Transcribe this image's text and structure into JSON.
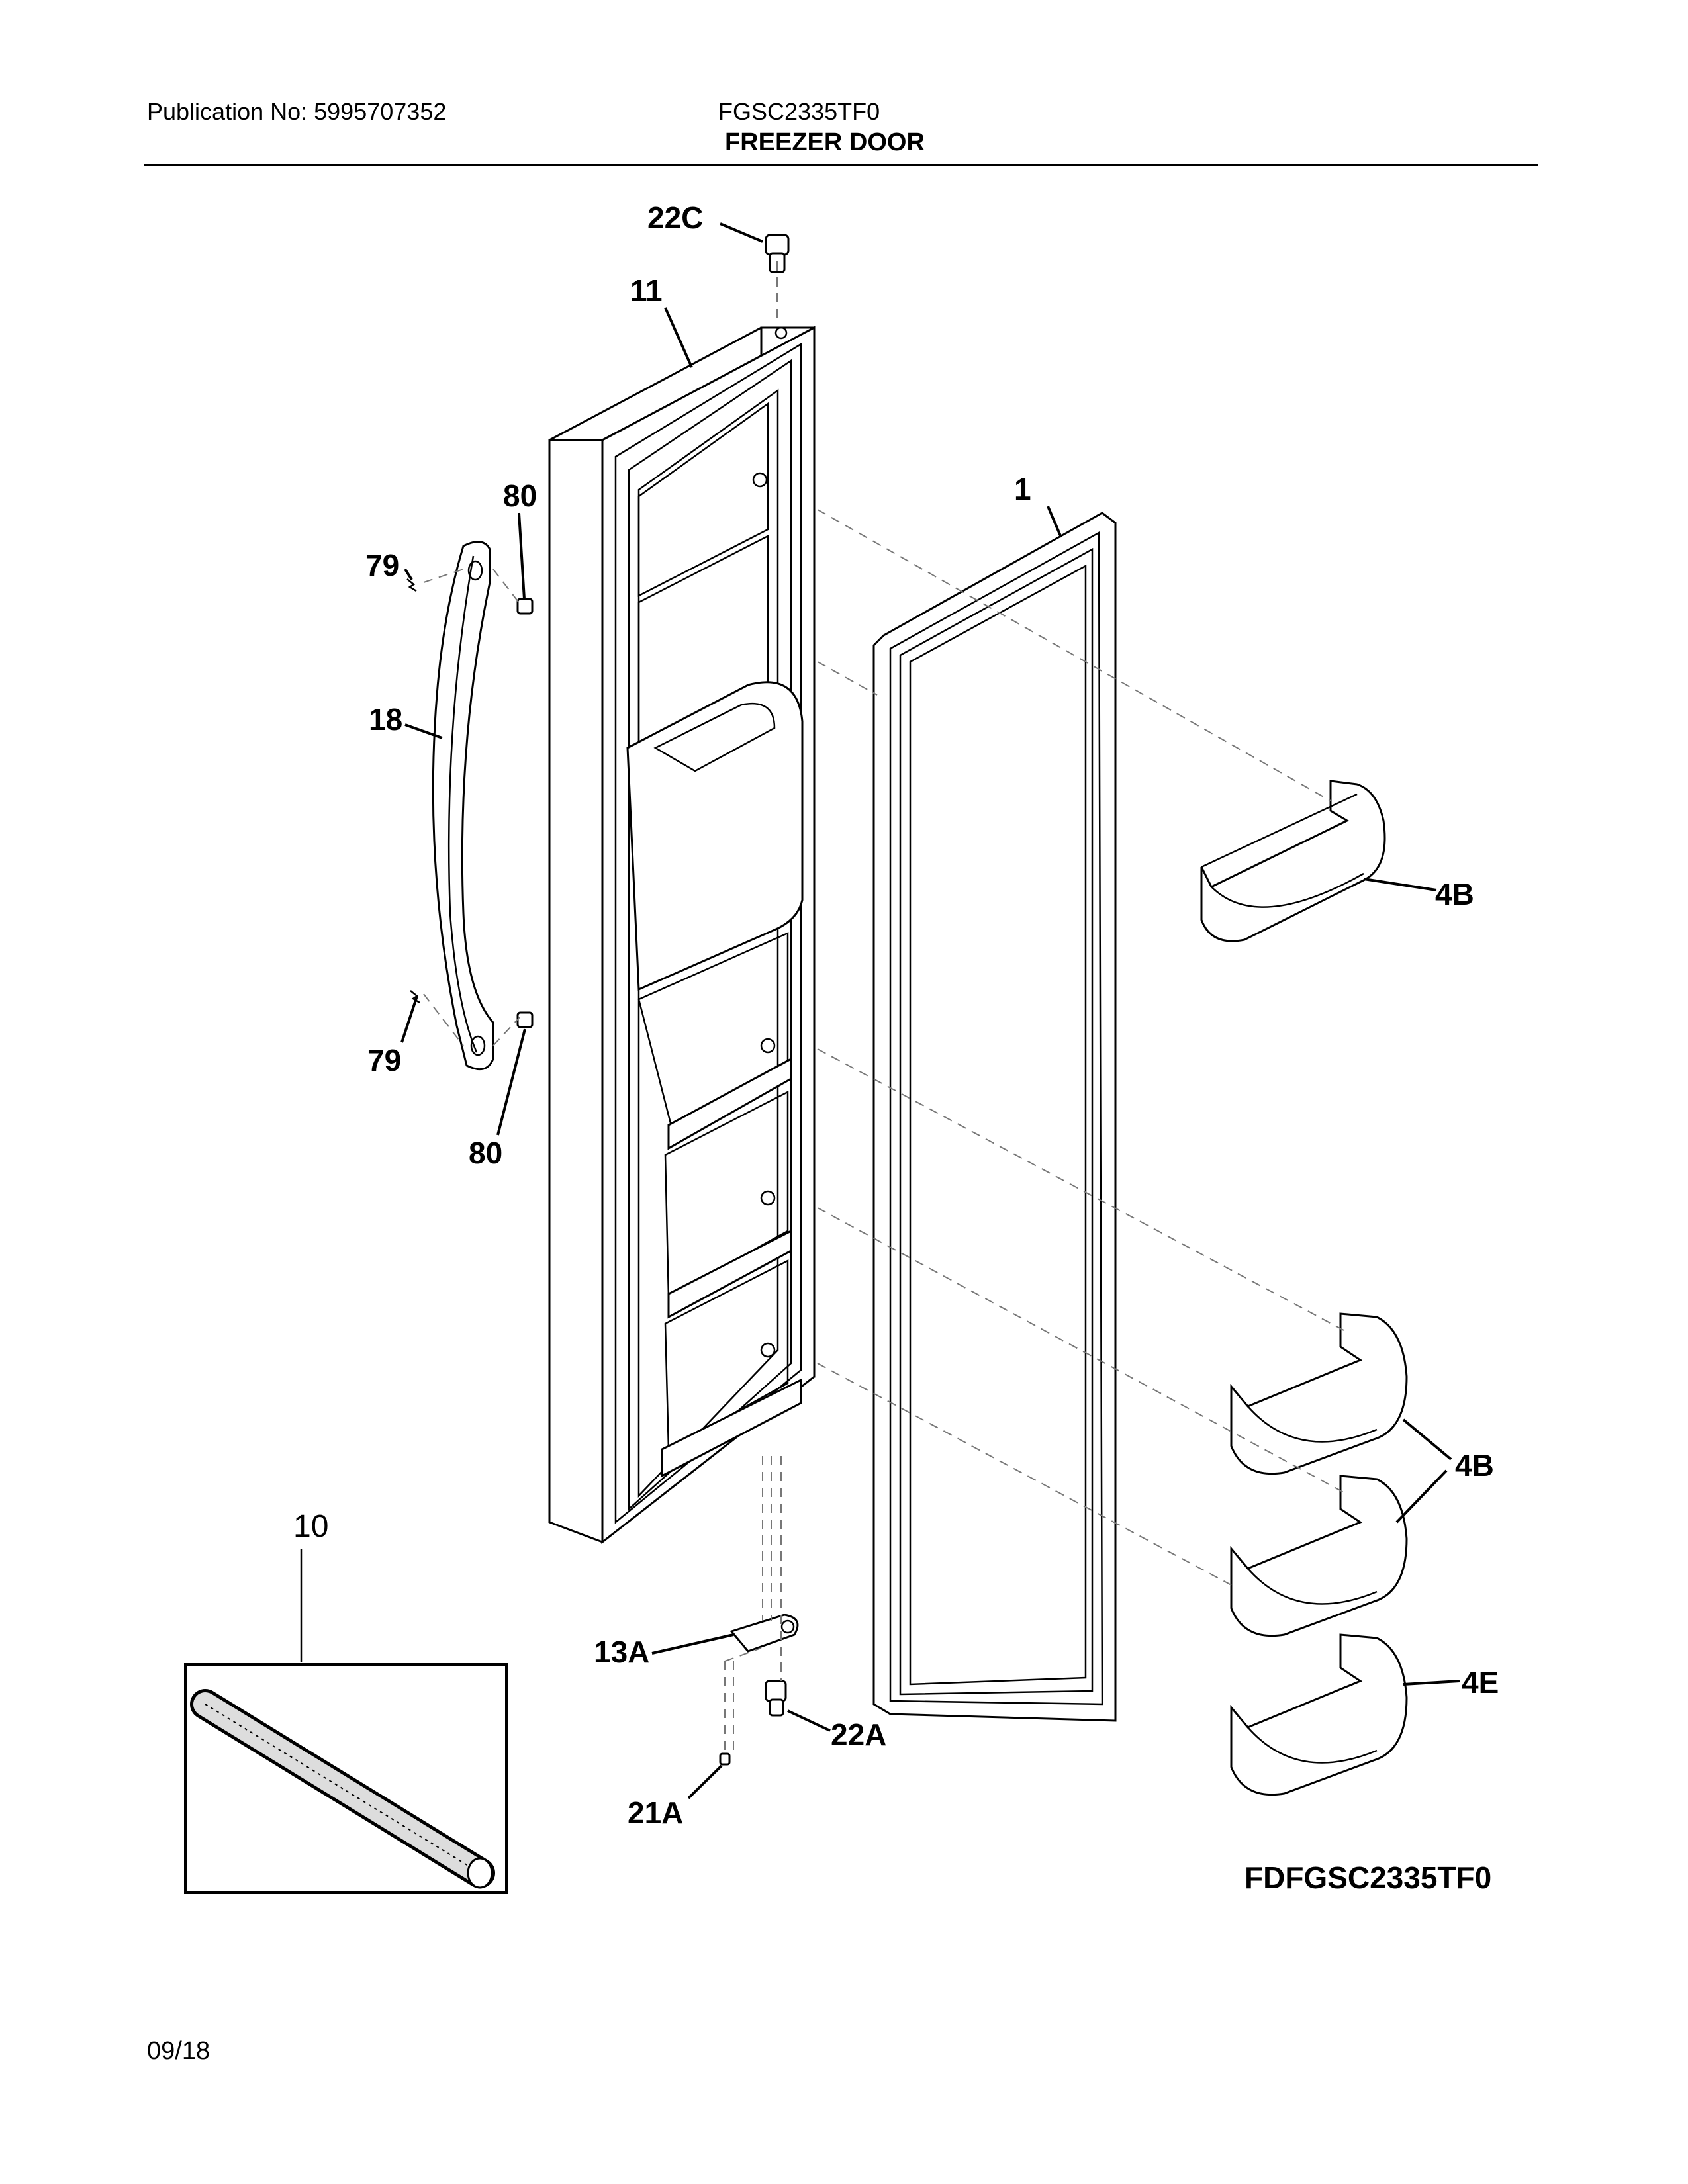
{
  "header": {
    "publication": "Publication No: 5995707352",
    "model": "FGSC2335TF0",
    "section_title": "FREEZER DOOR"
  },
  "footer": {
    "date": "09/18"
  },
  "diagram": {
    "code": "FDFGSC2335TF0",
    "callouts": {
      "c22C": "22C",
      "c11": "11",
      "c80a": "80",
      "c79a": "79",
      "c1": "1",
      "c18": "18",
      "c4Ba": "4B",
      "c79b": "79",
      "c80b": "80",
      "c10": "10",
      "c4Bb": "4B",
      "c13A": "13A",
      "c22A": "22A",
      "c21A": "21A",
      "c4Bc": "4E"
    }
  }
}
